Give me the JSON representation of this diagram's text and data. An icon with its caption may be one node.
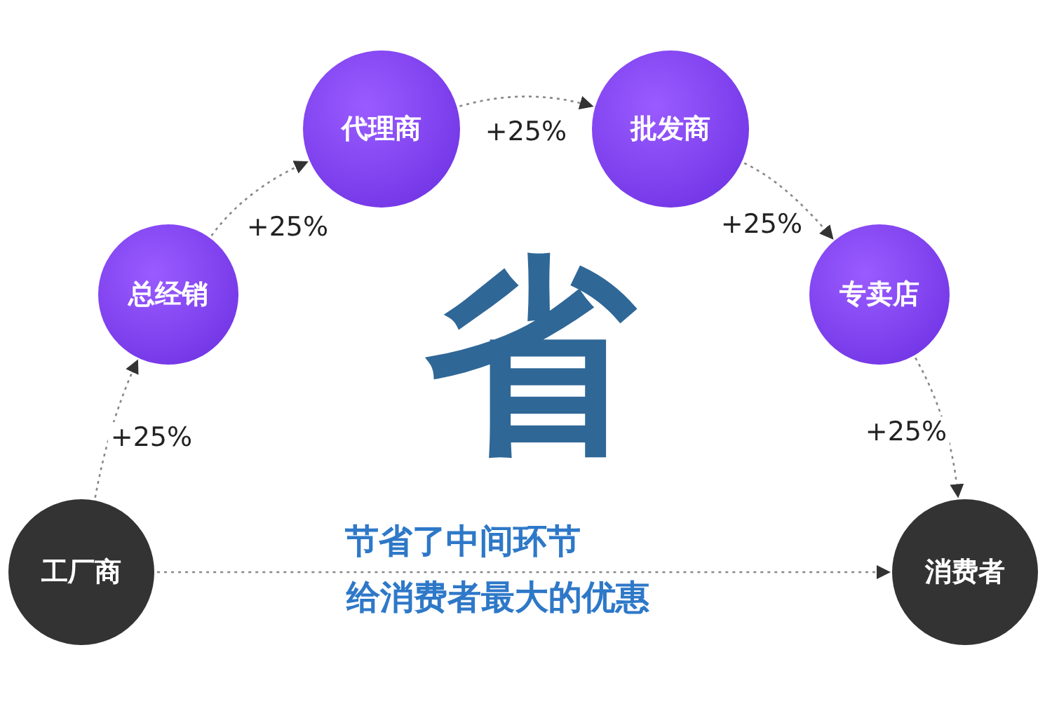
{
  "diagram": {
    "nodes": [
      {
        "text": [
          "工厂商"
        ]
      },
      {
        "text": [
          "总经销"
        ]
      },
      {
        "text": [
          "代理商"
        ]
      },
      {
        "text": [
          "批发商"
        ]
      },
      {
        "text": [
          "专卖店"
        ]
      },
      {
        "text": [
          "消费者"
        ]
      }
    ],
    "edges": [
      {
        "from": 0,
        "to": 1,
        "arrow": "to",
        "label": "+25%",
        "style": "dashed"
      },
      {
        "from": 1,
        "to": 2,
        "arrow": "to",
        "label": "+25%",
        "style": "dashed"
      },
      {
        "from": 2,
        "to": 3,
        "arrow": "to",
        "label": "+25%",
        "style": "dashed"
      },
      {
        "from": 3,
        "to": 4,
        "arrow": "to",
        "label": "+25%",
        "style": "dashed"
      },
      {
        "from": 4,
        "to": 5,
        "arrow": "to",
        "label": "+25%",
        "style": "dashed"
      },
      {
        "from": 0,
        "to": 5,
        "arrow": "to",
        "style": "dashed"
      }
    ],
    "labels": [
      "省",
      "节省了中间环节",
      "给消费者最大的优惠"
    ]
  }
}
